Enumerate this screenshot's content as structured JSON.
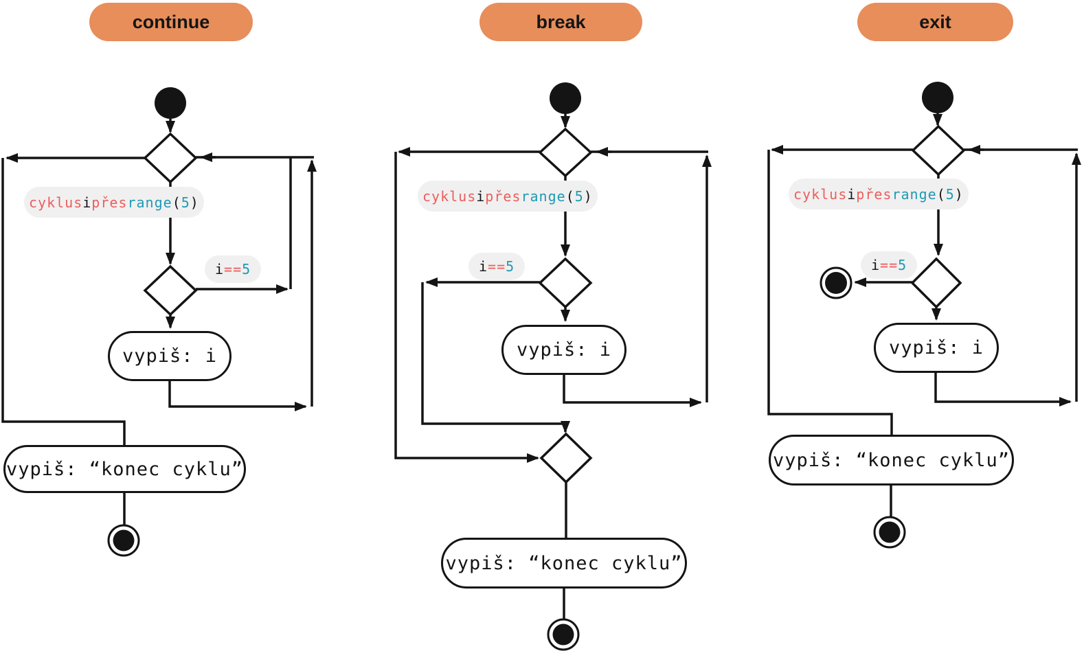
{
  "colors": {
    "orange": "#e78e5b",
    "syntax_red": "#ee5c5c",
    "syntax_teal": "#1e9ab4",
    "label_bg": "#f0f0f0",
    "ink": "#141414"
  },
  "diagrams": [
    {
      "title": "continue",
      "loop_label": [
        {
          "text": "cyklus ",
          "color": "red"
        },
        {
          "text": "i",
          "color": "ink"
        },
        {
          "text": " přes ",
          "color": "red"
        },
        {
          "text": "range",
          "color": "teal"
        },
        {
          "text": "(",
          "color": "ink"
        },
        {
          "text": "5",
          "color": "teal"
        },
        {
          "text": ")",
          "color": "ink"
        }
      ],
      "cond_label": [
        {
          "text": "i",
          "color": "ink"
        },
        {
          "text": "==",
          "color": "red"
        },
        {
          "text": "5",
          "color": "teal"
        }
      ],
      "print_i": "vypiš: i",
      "print_end": "vypiš: “konec cyklu”"
    },
    {
      "title": "break",
      "loop_label": [
        {
          "text": "cyklus ",
          "color": "red"
        },
        {
          "text": "i",
          "color": "ink"
        },
        {
          "text": " přes ",
          "color": "red"
        },
        {
          "text": "range",
          "color": "teal"
        },
        {
          "text": "(",
          "color": "ink"
        },
        {
          "text": "5",
          "color": "teal"
        },
        {
          "text": ")",
          "color": "ink"
        }
      ],
      "cond_label": [
        {
          "text": "i",
          "color": "ink"
        },
        {
          "text": "==",
          "color": "red"
        },
        {
          "text": "5",
          "color": "teal"
        }
      ],
      "print_i": "vypiš: i",
      "print_end": "vypiš: “konec cyklu”"
    },
    {
      "title": "exit",
      "loop_label": [
        {
          "text": "cyklus ",
          "color": "red"
        },
        {
          "text": "i",
          "color": "ink"
        },
        {
          "text": " přes ",
          "color": "red"
        },
        {
          "text": "range",
          "color": "teal"
        },
        {
          "text": "(",
          "color": "ink"
        },
        {
          "text": "5",
          "color": "teal"
        },
        {
          "text": ")",
          "color": "ink"
        }
      ],
      "cond_label": [
        {
          "text": "i",
          "color": "ink"
        },
        {
          "text": "==",
          "color": "red"
        },
        {
          "text": "5",
          "color": "teal"
        }
      ],
      "print_i": "vypiš: i",
      "print_end": "vypiš: “konec cyklu”"
    }
  ]
}
